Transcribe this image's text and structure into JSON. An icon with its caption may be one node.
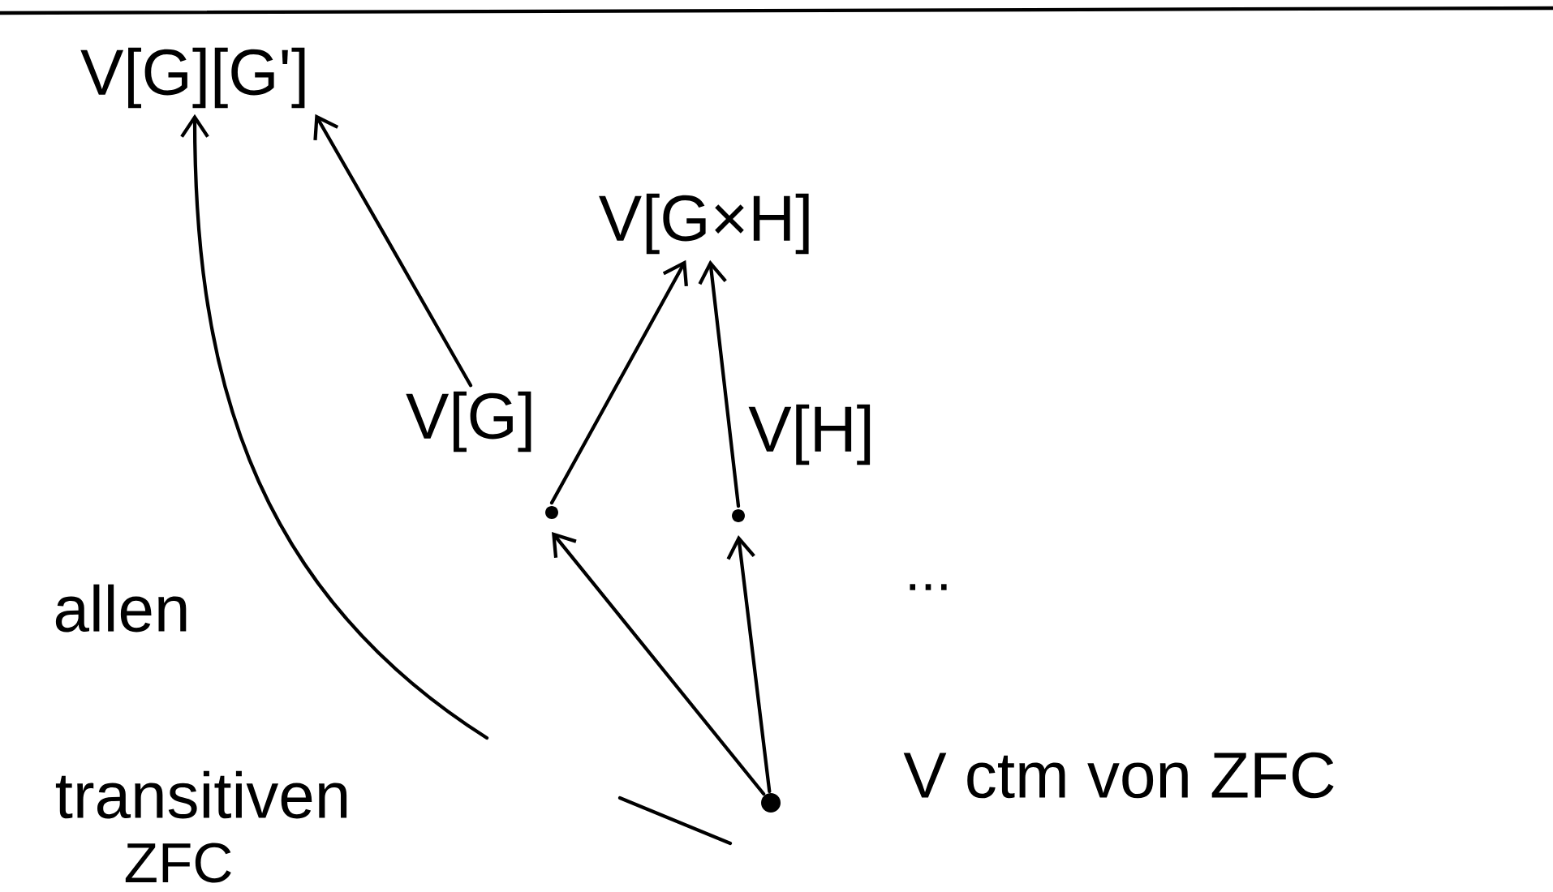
{
  "diagram": {
    "nodes": [
      {
        "text": [
          "V[G][G']"
        ]
      },
      {
        "text": [
          "V[G×H]"
        ]
      },
      {
        "text": [
          "V[G]"
        ]
      },
      {
        "text": [
          "V[H]"
        ]
      },
      {
        "text": [],
        "shape": "circle"
      }
    ],
    "edges": [
      {
        "from": 4,
        "to": 2,
        "arrow": "to"
      },
      {
        "from": 4,
        "to": 3,
        "arrow": "to"
      },
      {
        "from": 2,
        "to": 1,
        "arrow": "to"
      },
      {
        "from": 3,
        "to": 1,
        "arrow": "to"
      },
      {
        "from": 2,
        "to": 0,
        "arrow": "to"
      },
      {
        "from": null,
        "to": 0,
        "arrow": "to"
      }
    ],
    "labels": [
      "allen",
      "transitiven",
      "ZFC",
      "...",
      "V ctm von ZFC"
    ]
  }
}
